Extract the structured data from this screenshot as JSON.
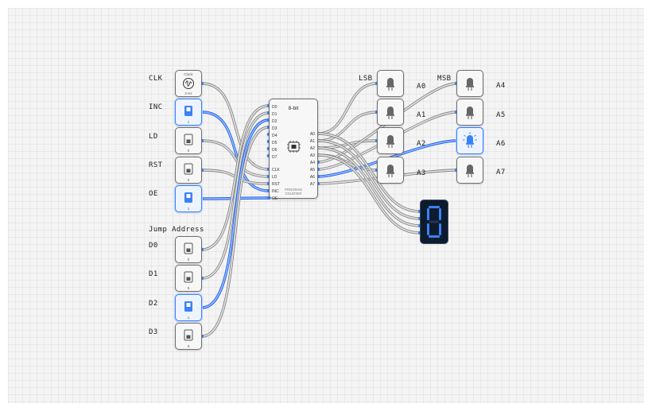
{
  "inputs": {
    "clk": {
      "label": "CLK",
      "title": "Clock",
      "freq": "2 Hz"
    },
    "inc": {
      "label": "INC",
      "value": "1"
    },
    "ld": {
      "label": "LD",
      "value": "0"
    },
    "rst": {
      "label": "RST",
      "value": "0"
    },
    "oe": {
      "label": "OE",
      "value": "1"
    }
  },
  "jump_address": {
    "heading": "Jump Address",
    "switches": [
      {
        "label": "D0",
        "value": "0"
      },
      {
        "label": "D1",
        "value": "0"
      },
      {
        "label": "D2",
        "value": "1"
      },
      {
        "label": "D3",
        "value": "0"
      }
    ]
  },
  "counter": {
    "title": "8-bit",
    "footer_line1": "PROGRAM",
    "footer_line2": "COUNTER",
    "data_pins": [
      "D0",
      "D1",
      "D2",
      "D3",
      "D4",
      "D5",
      "D6",
      "D7"
    ],
    "control_pins": [
      "CLK",
      "LD",
      "RST",
      "INC",
      "OE"
    ],
    "output_pins": [
      "A0",
      "A1",
      "A2",
      "A3",
      "A4",
      "A5",
      "A6",
      "A7"
    ]
  },
  "outputs": {
    "lsb_label": "LSB",
    "msb_label": "MSB",
    "leds": [
      {
        "label": "A0",
        "state": "off"
      },
      {
        "label": "A1",
        "state": "off"
      },
      {
        "label": "A2",
        "state": "off"
      },
      {
        "label": "A3",
        "state": "off"
      },
      {
        "label": "A4",
        "state": "off"
      },
      {
        "label": "A5",
        "state": "off"
      },
      {
        "label": "A6",
        "state": "on"
      },
      {
        "label": "A7",
        "state": "off"
      }
    ]
  },
  "display": {
    "digit": "0"
  },
  "colors": {
    "active": "#3b82f6",
    "wire_idle": "#b9b9b9",
    "wire_edge": "#888888",
    "border": "#6e6e6e",
    "display_bg": "#0d1b2e",
    "segment_on": "#3b82f6"
  }
}
